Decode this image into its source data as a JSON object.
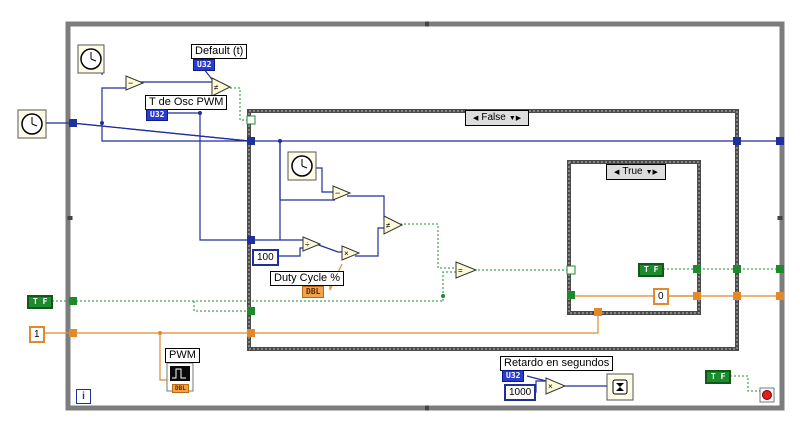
{
  "labels": {
    "default_t": "Default (t)",
    "t_osc_pwm": "T de Osc PWM",
    "duty_cycle": "Duty Cycle %",
    "pwm": "PWM",
    "retardo": "Retardo en segundos"
  },
  "types": {
    "default_t_type": "U32",
    "t_osc_type": "U32",
    "duty_type": "DBL",
    "retardo_type": "U32",
    "pwm_type": "DBL"
  },
  "case_selectors": {
    "outer": "False",
    "inner": "True"
  },
  "constants": {
    "c100": "100",
    "c1": "1",
    "c0": "0",
    "c1000": "1000"
  },
  "booleans": {
    "tf_left": "T F",
    "tf_inner": "T F",
    "tf_bottom": "T F"
  },
  "info_icon": "i",
  "colors": {
    "integer_wire": "#1f2f9c",
    "double_wire": "#e08a2c",
    "boolean_wire": "#1d8a2d",
    "frame": "#7d7d7d"
  }
}
